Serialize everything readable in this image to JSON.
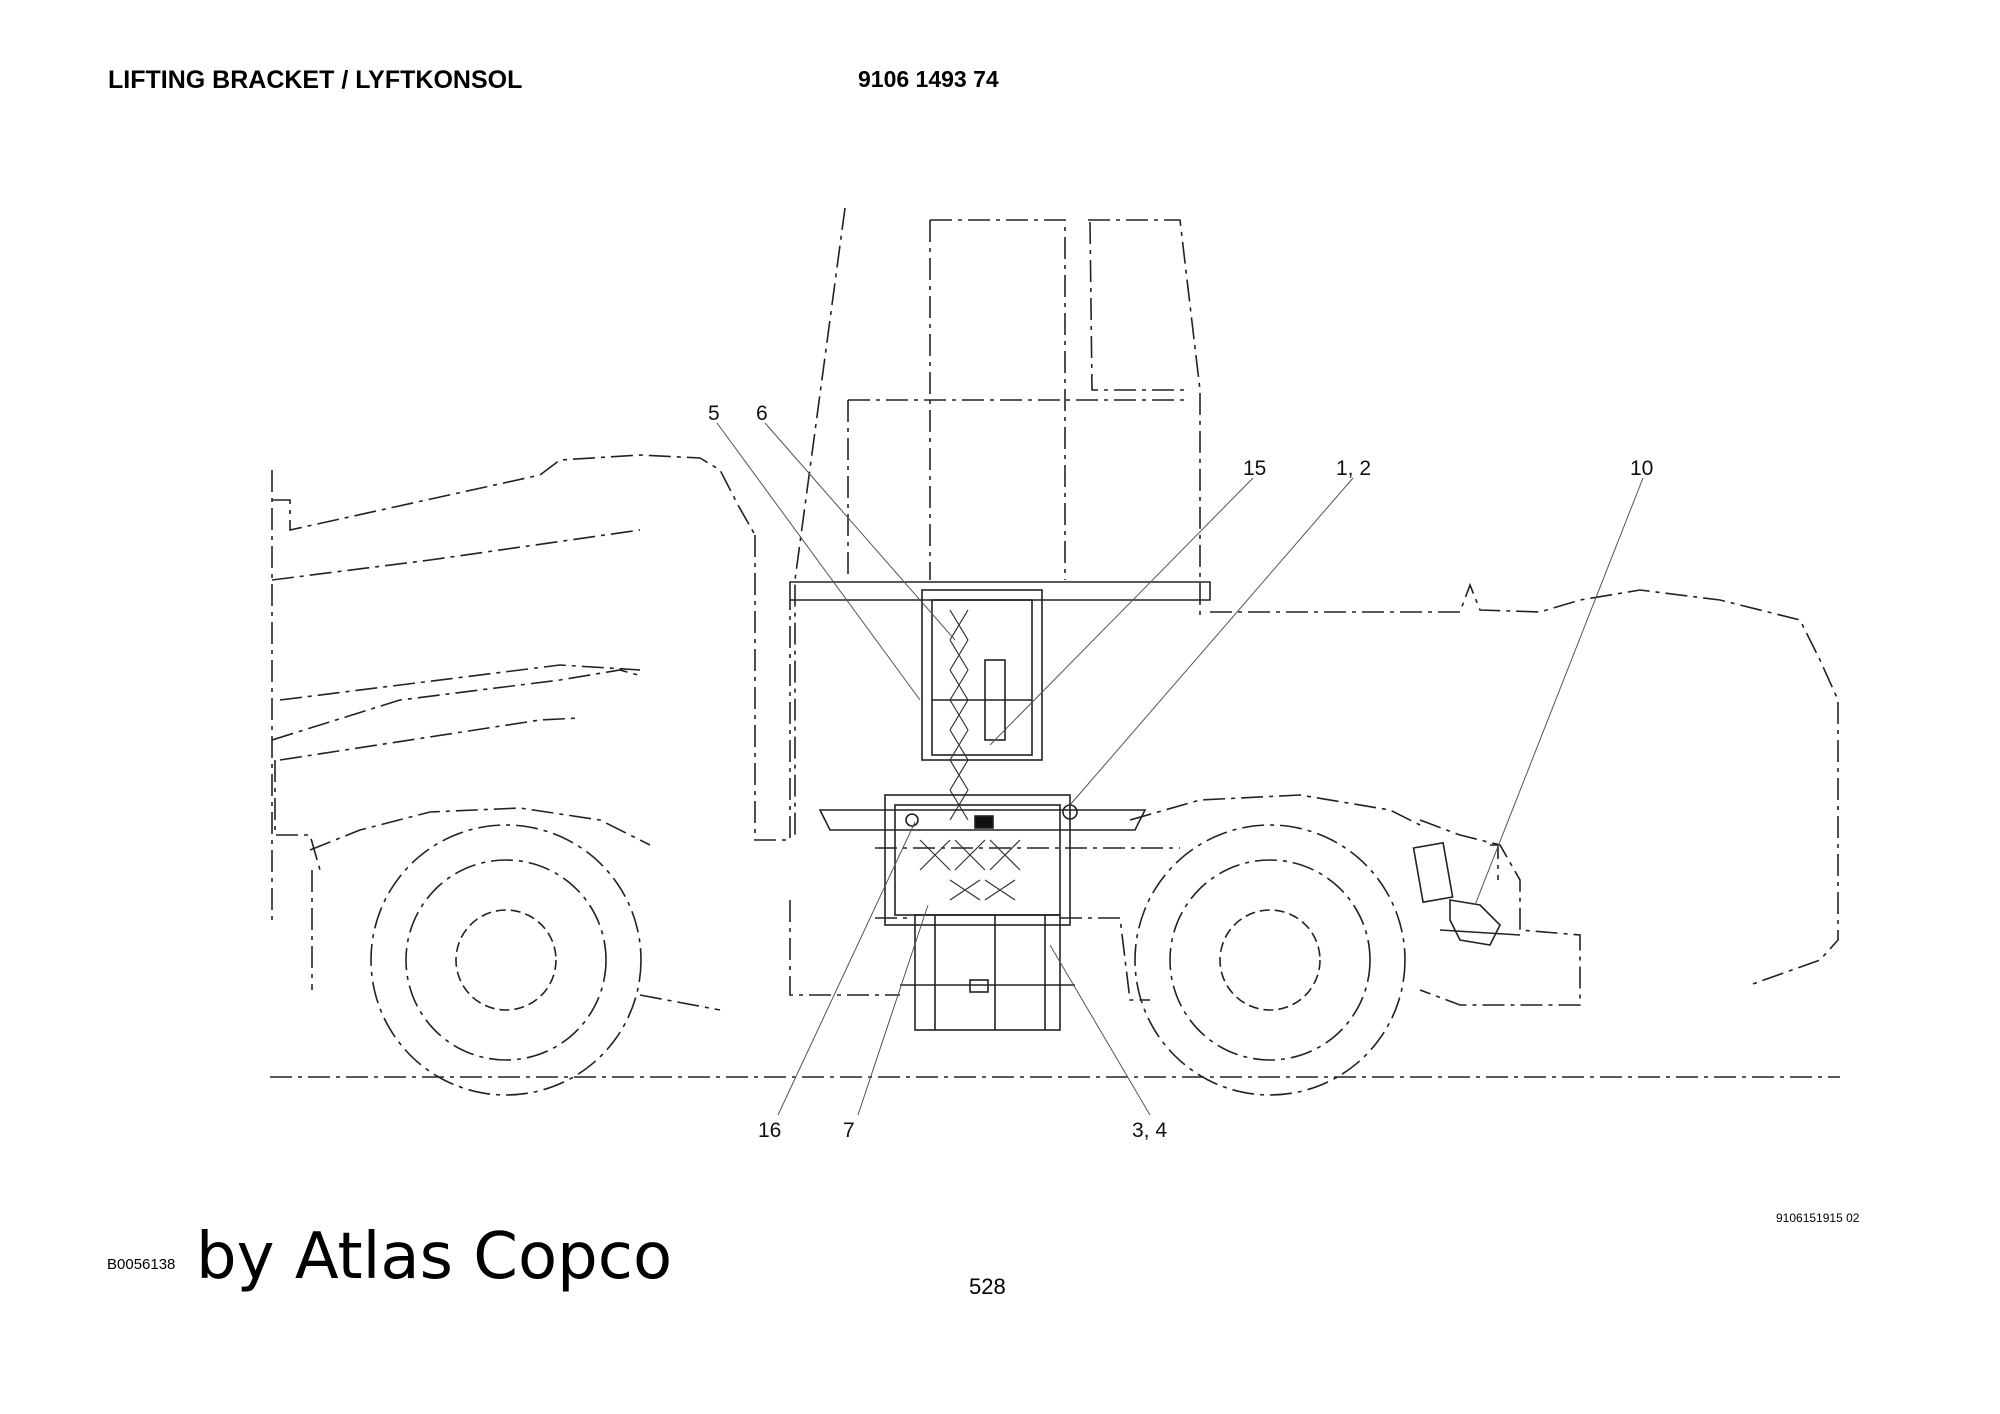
{
  "header": {
    "title": "LIFTING BRACKET / LYFTKONSOL",
    "part_number": "9106 1493 74"
  },
  "callouts": {
    "c5": "5",
    "c6": "6",
    "c15": "15",
    "c12": "1, 2",
    "c10": "10",
    "c16": "16",
    "c7": "7",
    "c34": "3, 4"
  },
  "footer": {
    "drawing_code": "9106151915 02",
    "doc_code": "B0056138",
    "brand": "by Atlas Copco",
    "page_number": "528"
  }
}
